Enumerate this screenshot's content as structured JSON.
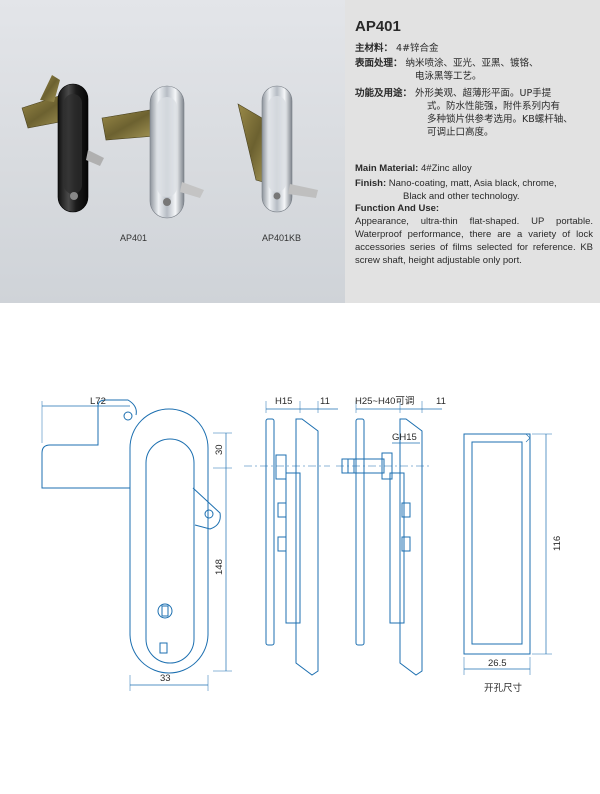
{
  "product": {
    "model": "AP401",
    "material_cn_label": "主材料：",
    "material_cn_value": "4#锌合金",
    "surface_cn_label": "表面处理：",
    "surface_cn_value_1": "纳米喷涂、亚光、亚黑、镀铬、",
    "surface_cn_value_2": "电泳黑等工艺。",
    "function_cn_label": "功能及用途：",
    "function_cn_value_1": "外形美观、超薄形平面。UP手提",
    "function_cn_value_2": "式。防水性能强，附件系列内有",
    "function_cn_value_3": "多种锁片供参考选用。KB螺杆轴、",
    "function_cn_value_4": "可调止口高度。",
    "material_en_label": "Main Material:",
    "material_en_value": "4#Zinc alloy",
    "finish_en_label": "Finish:",
    "finish_en_value_1": "Nano-coating, matt, Asia black, chrome,",
    "finish_en_value_2": "Black and other technology.",
    "function_en_label": "Function And Use:",
    "function_en_text": "Appearance, ultra-thin flat-shaped. UP portable. Waterproof performance, there are a variety of lock accessories series of films selected for reference. KB screw shaft, height adjustable only port."
  },
  "photo": {
    "caption_left": "AP401",
    "caption_right": "AP401KB"
  },
  "dimensions": {
    "width": "L72",
    "top": "30",
    "height": "148",
    "body_width": "33",
    "front_h": "H15",
    "front_t": "11",
    "kb_h": "H25~H40可调",
    "kb_t": "11",
    "kb_gh": "GH15",
    "cutout_h": "116",
    "cutout_w": "26.5",
    "cutout_label": "开孔尺寸"
  }
}
